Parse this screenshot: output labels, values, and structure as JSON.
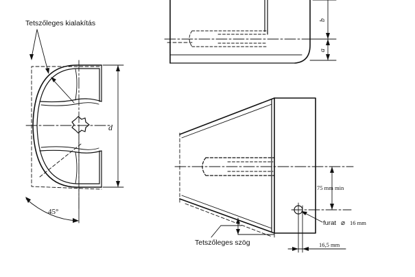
{
  "labels": {
    "optional_shape": "Tetszőleges kialakítás",
    "optional_angle": "Tetszőleges szög",
    "angle": "45°",
    "dim_d": "d",
    "dim_b": "b",
    "dim_a": "a",
    "dim_75": "75 mm min",
    "hole_prefix": "furat",
    "hole_symbol": "⌀",
    "hole_value": "16 mm",
    "dim_165": "16,5 mm"
  }
}
